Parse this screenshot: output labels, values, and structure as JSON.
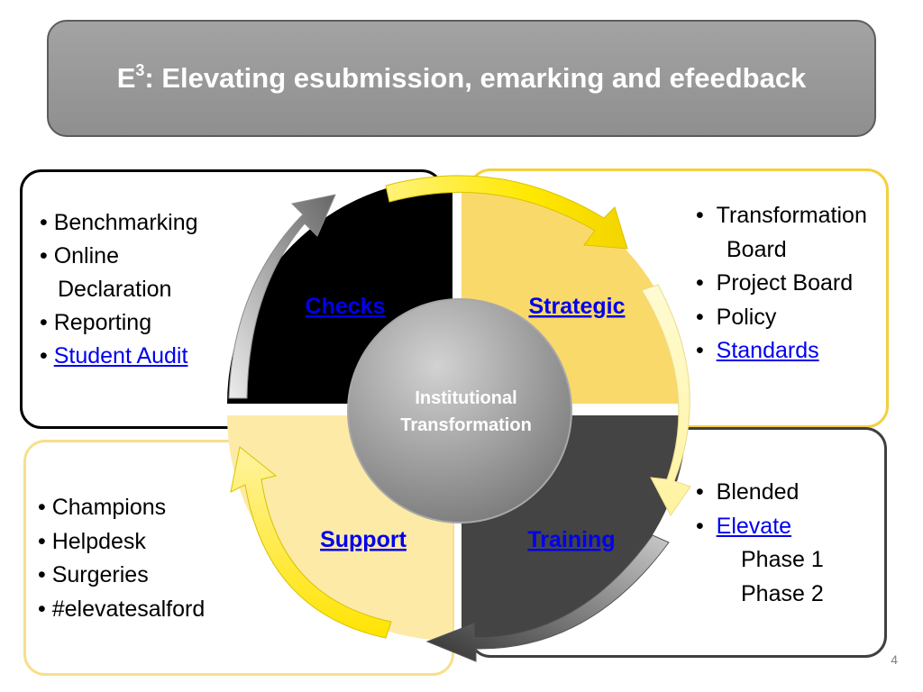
{
  "slide": {
    "title_main": "E",
    "title_sup": "3",
    "title_rest": ":  Elevating esubmission, emarking and efeedback",
    "page_number": "4"
  },
  "colors": {
    "title_bg": "#999999",
    "checks": "#000000",
    "strategic": "#fad96b",
    "support": "#fdeaa6",
    "training": "#444444",
    "link": "#0000ee"
  },
  "center": {
    "line1": "Institutional",
    "line2": "Transformation"
  },
  "quadrants": {
    "checks": "Checks",
    "strategic": "Strategic",
    "support": "Support",
    "training": "Training"
  },
  "checks_list": {
    "item1": "Benchmarking",
    "item2_line1": "Online",
    "item2_line2": "Declaration",
    "item3": "Reporting",
    "item4": "Student Audit"
  },
  "strategic_list": {
    "item1_line1": "Transformation",
    "item1_line2": "Board",
    "item2": "Project Board",
    "item3": "Policy",
    "item4": "Standards"
  },
  "support_list": {
    "item1": "Champions",
    "item2": "Helpdesk",
    "item3": "Surgeries",
    "item4": "#elevatesalford"
  },
  "training_list": {
    "item1": "Blended",
    "item2": "Elevate",
    "sub1": "Phase 1",
    "sub2": "Phase 2"
  }
}
